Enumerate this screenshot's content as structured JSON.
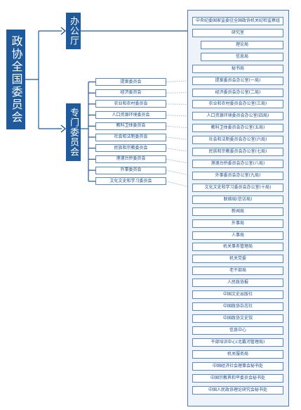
{
  "root": {
    "label": "政协全国委员会"
  },
  "office": {
    "label": "办公厅"
  },
  "special": {
    "label": "专门委员会"
  },
  "committees": [
    "提案委员会",
    "经济委员会",
    "农业和农村委员会",
    "人口资源环境委员会",
    "教科卫体委员会",
    "社会和法制委员会",
    "民族和宗教委员会",
    "港澳台侨委员会",
    "外事委员会",
    "文化文史和学习委员会"
  ],
  "agencies": [
    {
      "label": "中央纪委国家监委驻全国政协机关纪检监察组",
      "indent": false
    },
    {
      "label": "研究室",
      "indent": false
    },
    {
      "label": "理论局",
      "indent": true
    },
    {
      "label": "信息局",
      "indent": true
    },
    {
      "label": "秘书局",
      "indent": false
    },
    {
      "label": "提案委员会办公室(一局)",
      "indent": false
    },
    {
      "label": "经济委员会办公室(二局)",
      "indent": false
    },
    {
      "label": "农业和农村委员会办公室(三局)",
      "indent": false
    },
    {
      "label": "人口资源环境委员会办公室(四局)",
      "indent": false
    },
    {
      "label": "教科卫体委员会办公室(五局)",
      "indent": false
    },
    {
      "label": "社会和法制委员会办公室(六局)",
      "indent": false
    },
    {
      "label": "民族和宗教委员会办公室(七局)",
      "indent": false
    },
    {
      "label": "港澳台侨委员会办公室(八局)",
      "indent": false
    },
    {
      "label": "外事委员会办公室(九局)",
      "indent": false
    },
    {
      "label": "文化文史和学习委员会办公室(十局)",
      "indent": false
    },
    {
      "label": "联络局(信访局)",
      "indent": false
    },
    {
      "label": "新闻局",
      "indent": false
    },
    {
      "label": "外事局",
      "indent": false
    },
    {
      "label": "人事局",
      "indent": false
    },
    {
      "label": "机关事务管理局",
      "indent": false
    },
    {
      "label": "机关党委",
      "indent": false
    },
    {
      "label": "老干部局",
      "indent": false
    },
    {
      "label": "人民政协报",
      "indent": false
    },
    {
      "label": "中国文史出版社",
      "indent": false
    },
    {
      "label": "中国政协杂志社",
      "indent": false
    },
    {
      "label": "中国政协文史馆",
      "indent": false
    },
    {
      "label": "信息中心",
      "indent": false
    },
    {
      "label": "干部培训中心(北戴河管理局)",
      "indent": false
    },
    {
      "label": "机关服务局",
      "indent": false
    },
    {
      "label": "中国经济社会理事会秘书处",
      "indent": false
    },
    {
      "label": "中国宗教界和平委员会秘书处",
      "indent": false
    },
    {
      "label": "中国人民政协理论研究会秘书处",
      "indent": false
    }
  ],
  "colors": {
    "primary": "#1e5a9c",
    "node_border": "#5a88c4",
    "node_text": "#1e4f8c",
    "panel_fill": "#eef3fa"
  }
}
